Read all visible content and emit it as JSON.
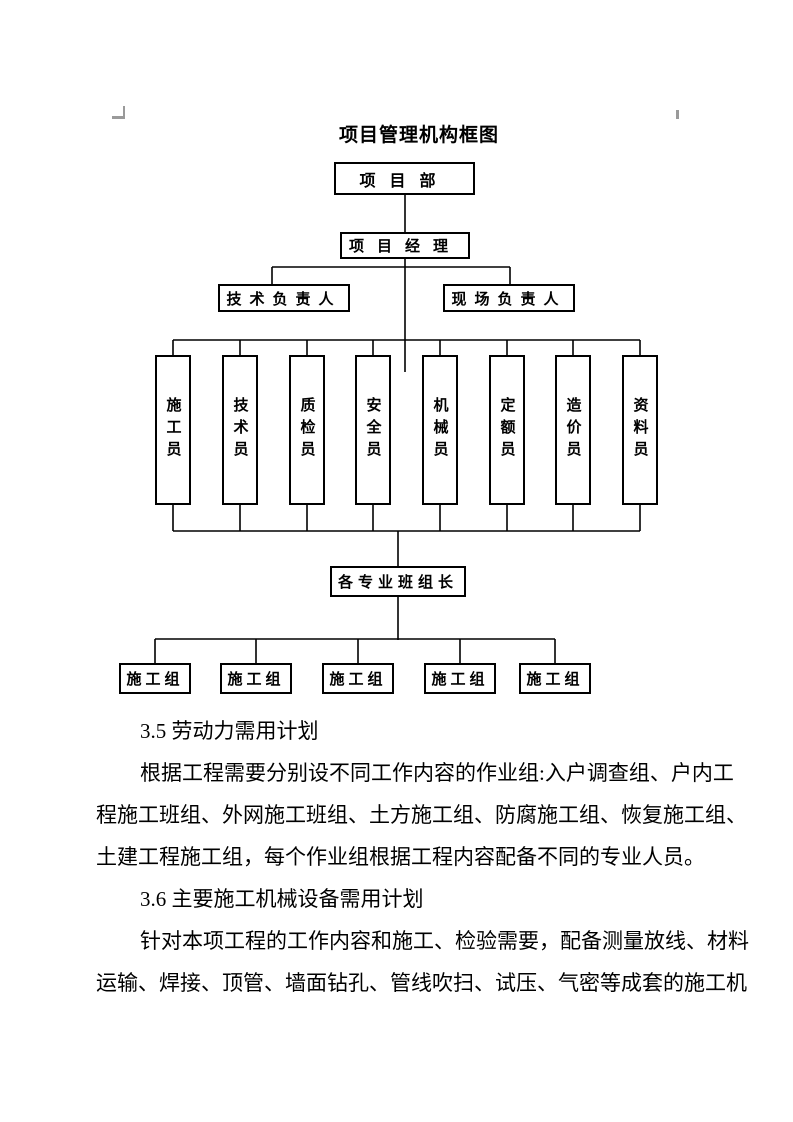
{
  "org_chart": {
    "title": "项目管理机构框图",
    "root_label": "项目部",
    "manager_label": "项目经理",
    "leads": [
      "技术负责人",
      "现场负责人"
    ],
    "staff": [
      "施工员",
      "技术员",
      "质检员",
      "安全员",
      "机械员",
      "定额员",
      "造价员",
      "资料员"
    ],
    "foreman_label": "各专业班组长",
    "crew_labels": [
      "施工组",
      "施工组",
      "施工组",
      "施工组",
      "施工组"
    ]
  },
  "document": {
    "sections": [
      {
        "heading": "3.5 劳动力需用计划",
        "lines": [
          "根据工程需要分别设不同工作内容的作业组:入户调查组、户内工",
          "程施工班组、外网施工班组、土方施工组、防腐施工组、恢复施工组、",
          "土建工程施工组，每个作业组根据工程内容配备不同的专业人员。"
        ]
      },
      {
        "heading": "3.6 主要施工机械设备需用计划",
        "lines": [
          "针对本项工程的工作内容和施工、检验需要，配备测量放线、材料",
          "运输、焊接、顶管、墙面钻孔、管线吹扫、试压、气密等成套的施工机"
        ]
      }
    ]
  }
}
